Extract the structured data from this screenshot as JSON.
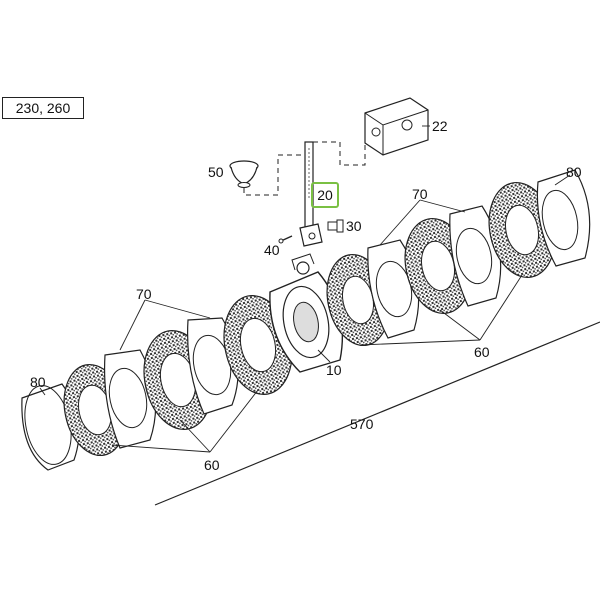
{
  "model_box": "230, 260",
  "callouts": {
    "c22": "22",
    "c50": "50",
    "c20": "20",
    "c30": "30",
    "c40": "40",
    "c70_left": "70",
    "c70_right": "70",
    "c80_left": "80",
    "c80_right": "80",
    "c10": "10",
    "c60_left": "60",
    "c60_right": "60",
    "c570": "570"
  },
  "colors": {
    "line": "#222222",
    "highlight": "#7ac043",
    "friction_fill": "#555555"
  }
}
